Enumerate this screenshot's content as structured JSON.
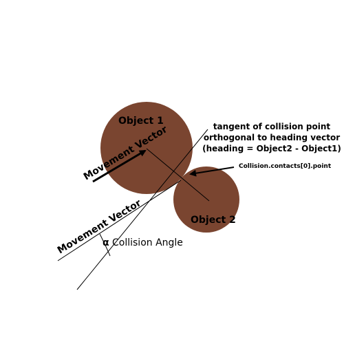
{
  "colors": {
    "object_fill": "#7a4530",
    "line": "#000000",
    "background": "#ffffff"
  },
  "labels": {
    "object1": "Object 1",
    "object2": "Object 2",
    "movement_vector_upper": "Movement Vector",
    "movement_vector_lower": "Movement Vector",
    "tangent_line1": "tangent of collision point",
    "tangent_line2": "orthogonal to heading vector",
    "tangent_line3": "(heading = Object2 - Object1)",
    "contact_point": "Collision.contacts[0].point",
    "alpha": "α",
    "collision_angle": "Collision Angle"
  }
}
